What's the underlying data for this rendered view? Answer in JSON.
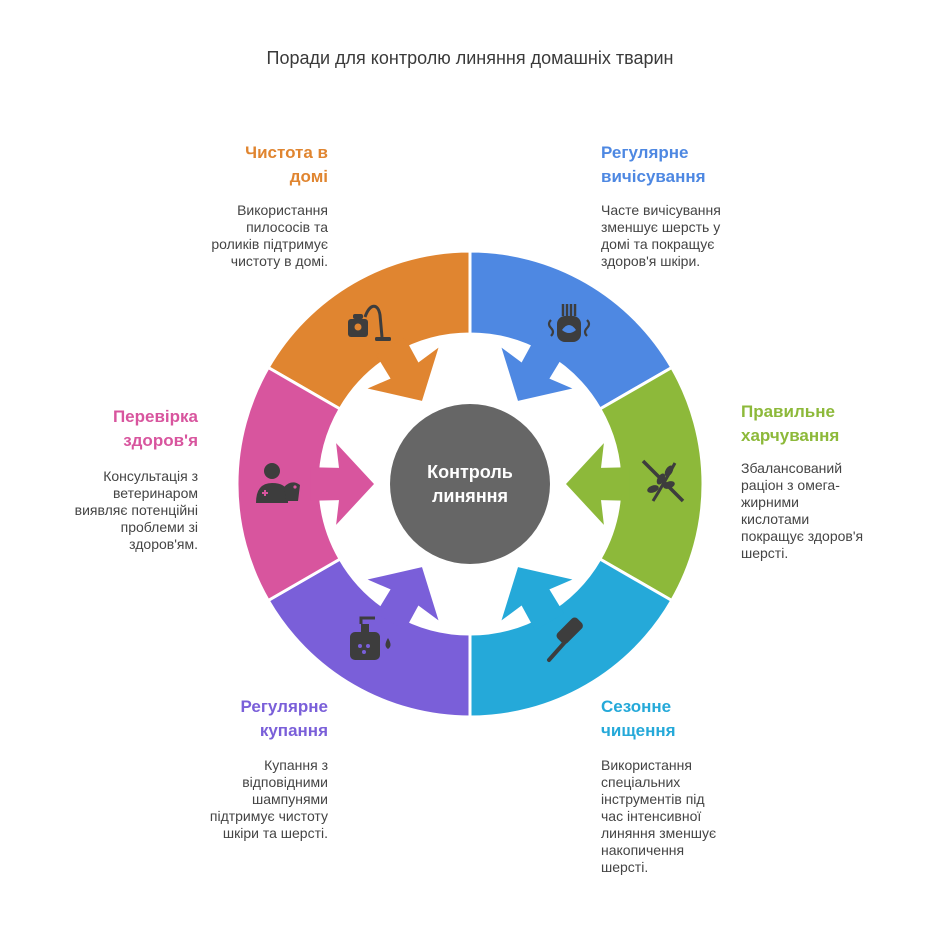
{
  "title": "Поради для контролю линяння домашніх тварин",
  "center": {
    "line1": "Контроль",
    "line2": "линяння",
    "color": "#666666"
  },
  "segments": [
    {
      "id": "cleanliness",
      "title_line1": "Чистота в",
      "title_line2": "домі",
      "desc_lines": [
        "Використання",
        "пилососів та",
        "роликів підтримує",
        "чистоту в домі."
      ],
      "color": "#E08530",
      "icon": "vacuum-cleaner-icon"
    },
    {
      "id": "brushing",
      "title_line1": "Регулярне",
      "title_line2": "вичісування",
      "desc_lines": [
        "Часте вичісування",
        "зменшує шерсть у",
        "домі та покращує",
        "здоров'я шкіри."
      ],
      "color": "#4E88E2",
      "icon": "pet-brush-icon"
    },
    {
      "id": "nutrition",
      "title_line1": "Правильне",
      "title_line2": "харчування",
      "desc_lines": [
        "Збалансований",
        "раціон з омега-",
        "жирними",
        "кислотами",
        "покращує здоров'я",
        "шерсті."
      ],
      "color": "#8DB93A",
      "icon": "no-grain-icon"
    },
    {
      "id": "seasonal",
      "title_line1": "Сезонне",
      "title_line2": "чищення",
      "desc_lines": [
        "Використання",
        "спеціальних",
        "інструментів під",
        "час інтенсивної",
        "линяння зменшує",
        "накопичення",
        "шерсті."
      ],
      "color": "#25A9D9",
      "icon": "lint-roller-icon"
    },
    {
      "id": "bathing",
      "title_line1": "Регулярне",
      "title_line2": "купання",
      "desc_lines": [
        "Купання з",
        "відповідними",
        "шампунями",
        "підтримує чистоту",
        "шкіри та шерсті."
      ],
      "color": "#7A5FD9",
      "icon": "shampoo-bottle-icon"
    },
    {
      "id": "health",
      "title_line1": "Перевірка",
      "title_line2": "здоров'я",
      "desc_lines": [
        "Консультація з",
        "ветеринаром",
        "виявляє потенційні",
        "проблеми зі",
        "здоров'ям."
      ],
      "color": "#D8559E",
      "icon": "veterinarian-icon"
    }
  ]
}
